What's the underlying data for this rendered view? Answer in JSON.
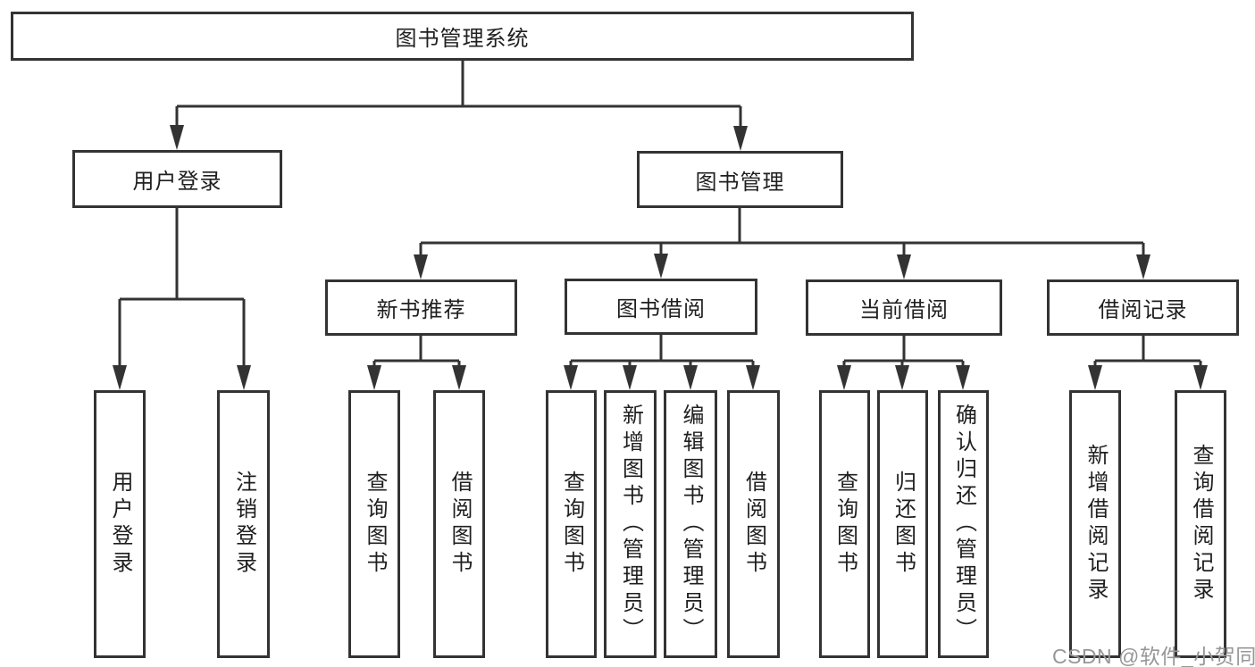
{
  "diagram_title": "图书管理系统",
  "colors": {
    "line": "#333333",
    "box_border": "#333333",
    "box_fill": "#ffffff",
    "text": "#1f1f1f",
    "watermark": "#979797"
  },
  "root": {
    "label": "图书管理系统"
  },
  "level2": [
    {
      "label": "用户登录"
    },
    {
      "label": "图书管理"
    }
  ],
  "level3": [
    {
      "label": "新书推荐",
      "parent": "图书管理"
    },
    {
      "label": "图书借阅",
      "parent": "图书管理"
    },
    {
      "label": "当前借阅",
      "parent": "图书管理"
    },
    {
      "label": "借阅记录",
      "parent": "图书管理"
    }
  ],
  "leaves": [
    {
      "label": "用户登录",
      "parent": "用户登录"
    },
    {
      "label": "注销登录",
      "parent": "用户登录"
    },
    {
      "label": "查询图书",
      "parent": "新书推荐"
    },
    {
      "label": "借阅图书",
      "parent": "新书推荐"
    },
    {
      "label": "查询图书",
      "parent": "图书借阅"
    },
    {
      "label": "新增图书（管理员）",
      "parent": "图书借阅"
    },
    {
      "label": "编辑图书（管理员）",
      "parent": "图书借阅"
    },
    {
      "label": "借阅图书",
      "parent": "图书借阅"
    },
    {
      "label": "查询图书",
      "parent": "当前借阅"
    },
    {
      "label": "归还图书",
      "parent": "当前借阅"
    },
    {
      "label": "确认归还（管理员）",
      "parent": "当前借阅"
    },
    {
      "label": "新增借阅记录",
      "parent": "借阅记录"
    },
    {
      "label": "查询借阅记录",
      "parent": "借阅记录"
    }
  ],
  "watermark": {
    "text": "CSDN @软件_小贺同学"
  }
}
